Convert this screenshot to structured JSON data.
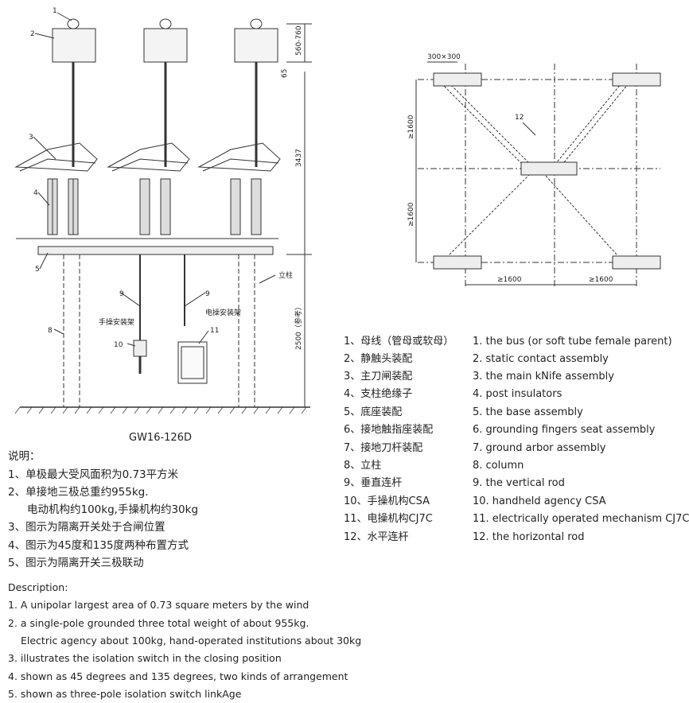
{
  "front_view": {
    "model": "GW16-126D",
    "callouts": [
      "1",
      "2",
      "3",
      "4",
      "5",
      "8",
      "9",
      "9",
      "10",
      "11"
    ],
    "label_column": "立柱",
    "label_manual_mount": "手操安装架",
    "label_electric_mount": "电操安装架",
    "dim_560_760": "560-760",
    "dim_65": "65",
    "dim_3437": "3437",
    "dim_2500": "2500（参考）"
  },
  "plan_view": {
    "dim_300": "300×300",
    "dim_v1": "≥1600",
    "dim_v2": "≥1600",
    "dim_h1": "≥1600",
    "dim_h2": "≥1600",
    "callout_12": "12"
  },
  "legend": [
    {
      "cn": "1、母线（管母或软母）",
      "en": "1. the bus (or soft tube female parent)"
    },
    {
      "cn": "2、静触头装配",
      "en": "2. static contact assembly"
    },
    {
      "cn": "3、主刀闸装配",
      "en": "3. the main kNife assembly"
    },
    {
      "cn": "4、支柱绝缘子",
      "en": "4. post insulators"
    },
    {
      "cn": "5、底座装配",
      "en": "5. the base assembly"
    },
    {
      "cn": "6、接地触指座装配",
      "en": "6. grounding fingers seat assembly"
    },
    {
      "cn": "7、接地刀杆装配",
      "en": "7. ground arbor assembly"
    },
    {
      "cn": "8、立柱",
      "en": "8. column"
    },
    {
      "cn": "9、垂直连杆",
      "en": "9. the vertical rod"
    },
    {
      "cn": "10、手操机构CSA",
      "en": "10. handheld agency CSA"
    },
    {
      "cn": "11、电操机构CJ7C",
      "en": "11. electrically operated mechanism CJ7C"
    },
    {
      "cn": "12、水平连杆",
      "en": "12. the horizontal rod"
    }
  ],
  "notes": {
    "heading": "说明：",
    "lines": [
      "1、单极最大受风面积为0.73平方米",
      "2、单接地三极总重约955kg.",
      "电动机构约100kg,手操机构约30kg",
      "3、图示为隔离开关处于合闸位置",
      "4、图示为45度和135度两种布置方式",
      "5、图示为隔离开关三极联动"
    ]
  },
  "description": {
    "heading": "Description:",
    "lines": [
      "1. A unipolar largest area of 0.73 square meters by the wind",
      "2. a single-pole grounded three total weight of about 955kg.",
      "Electric agency about 100kg, hand-operated institutions about 30kg",
      "3. illustrates the isolation switch in the closing position",
      "4. shown as 45 degrees and 135 degrees, two kinds of arrangement",
      "5. shown as three-pole isolation switch linkAge"
    ]
  },
  "colors": {
    "line": "#333333",
    "text": "#222222",
    "background": "#ffffff"
  }
}
